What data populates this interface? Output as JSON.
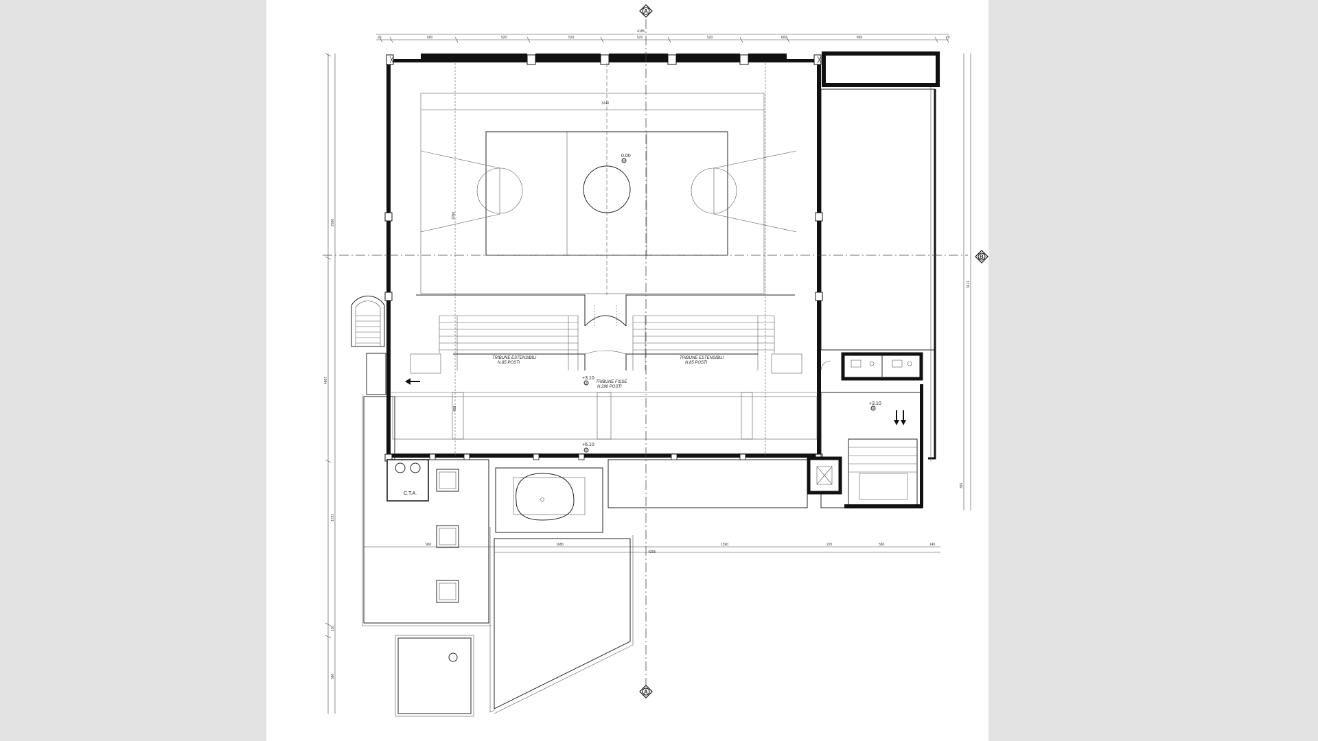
{
  "colors": {
    "background": "#e3e3e3",
    "paper": "#ffffff",
    "ink": "#111111"
  },
  "section_markers": {
    "top": "A",
    "bottom": "A",
    "right": "B"
  },
  "dimensions": {
    "top_total": "4185",
    "top_segments": [
      "20",
      "600",
      "520",
      "520",
      "520",
      "520",
      "600",
      "865",
      "20"
    ],
    "court_length": "3240",
    "court_width": "2050",
    "left_upper": "2590",
    "left_middle": "4867",
    "left_lower": "1731",
    "left_bottom_a": "116",
    "left_bottom_b": "580",
    "right_upper": "3471",
    "right_lower": "365",
    "bottom_row": [
      "960",
      "1680",
      "4265",
      "1390",
      "220",
      "580",
      "145"
    ],
    "stair_width": "488"
  },
  "labels": {
    "tribune_left": "TRIBUNE ESTENSIBILI",
    "tribune_left_seats": "N.85 POSTI",
    "tribune_right": "TRIBUNE ESTENSIBILI",
    "tribune_right_seats": "N.85 POSTI",
    "tribune_fixed": "TRIBUNE FISSE",
    "tribune_fixed_seats": "N.290 POSTI",
    "cta": "C.T.A.",
    "elev_court": "0.00",
    "elev_upper": "+3.10",
    "elev_right": "+3.10",
    "elev_lower": "+6.10"
  },
  "icons": [
    "section-marker-icon",
    "arrow-left-icon",
    "arrow-down-icon",
    "elevation-marker-icon",
    "elevator-icon"
  ]
}
